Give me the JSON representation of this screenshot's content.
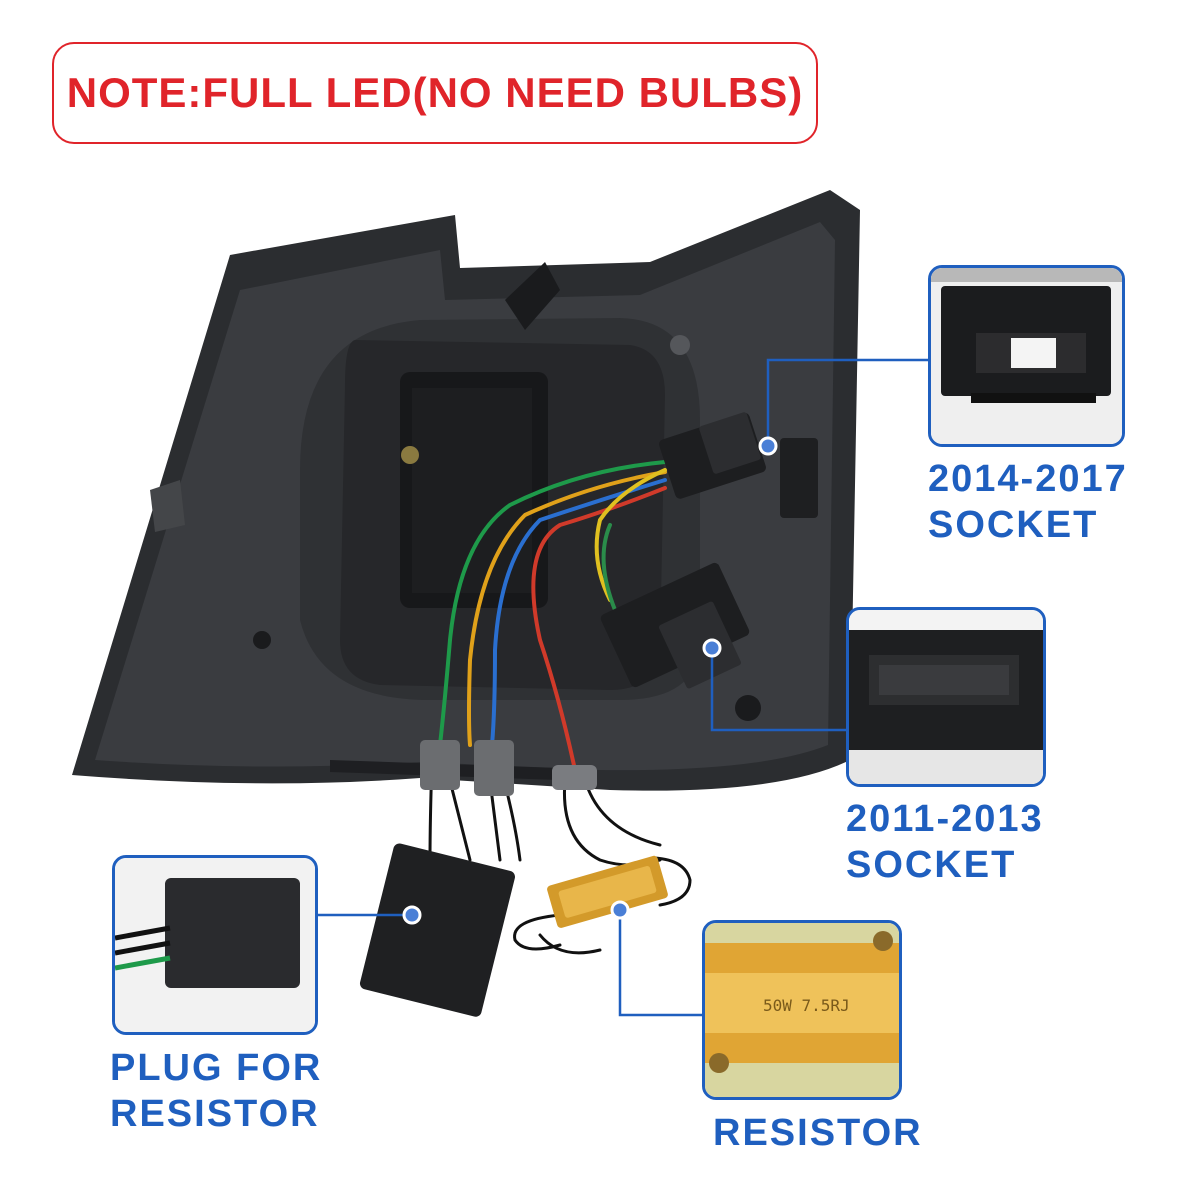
{
  "note": {
    "text": "NOTE:FULL LED(NO NEED BULBS)"
  },
  "callouts": {
    "socket_2014": {
      "line1": "2014-2017",
      "line2": "SOCKET"
    },
    "socket_2011": {
      "line1": "2011-2013",
      "line2": "SOCKET"
    },
    "plug": {
      "line1": "PLUG FOR",
      "line2": "RESISTOR"
    },
    "resistor": {
      "label": "RESISTOR",
      "marking": "50W  7.5RJ"
    }
  },
  "colors": {
    "note_red": "#e0242a",
    "callout_blue": "#1f5fbf"
  }
}
